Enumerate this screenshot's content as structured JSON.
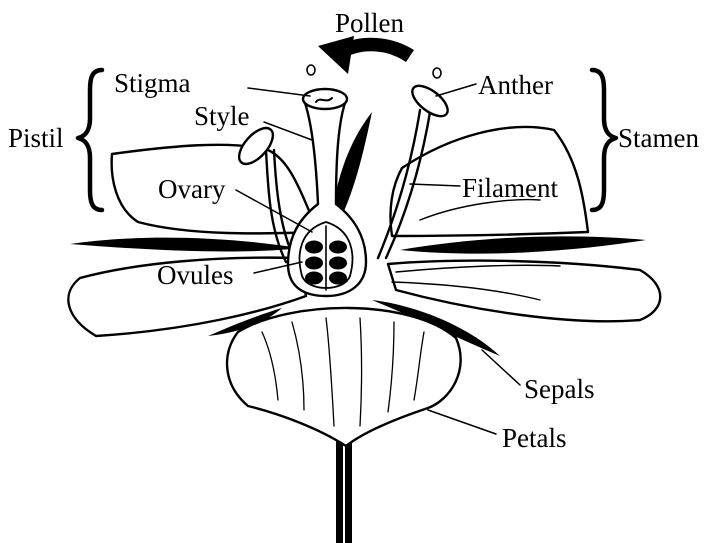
{
  "labels": {
    "pollen": "Pollen",
    "stigma": "Stigma",
    "anther": "Anther",
    "style": "Style",
    "pistil": "Pistil",
    "stamen": "Stamen",
    "ovary": "Ovary",
    "filament": "Filament",
    "ovules": "Ovules",
    "sepals": "Sepals",
    "petals": "Petals"
  },
  "colors": {
    "ink": "#000000",
    "paper": "#ffffff"
  }
}
